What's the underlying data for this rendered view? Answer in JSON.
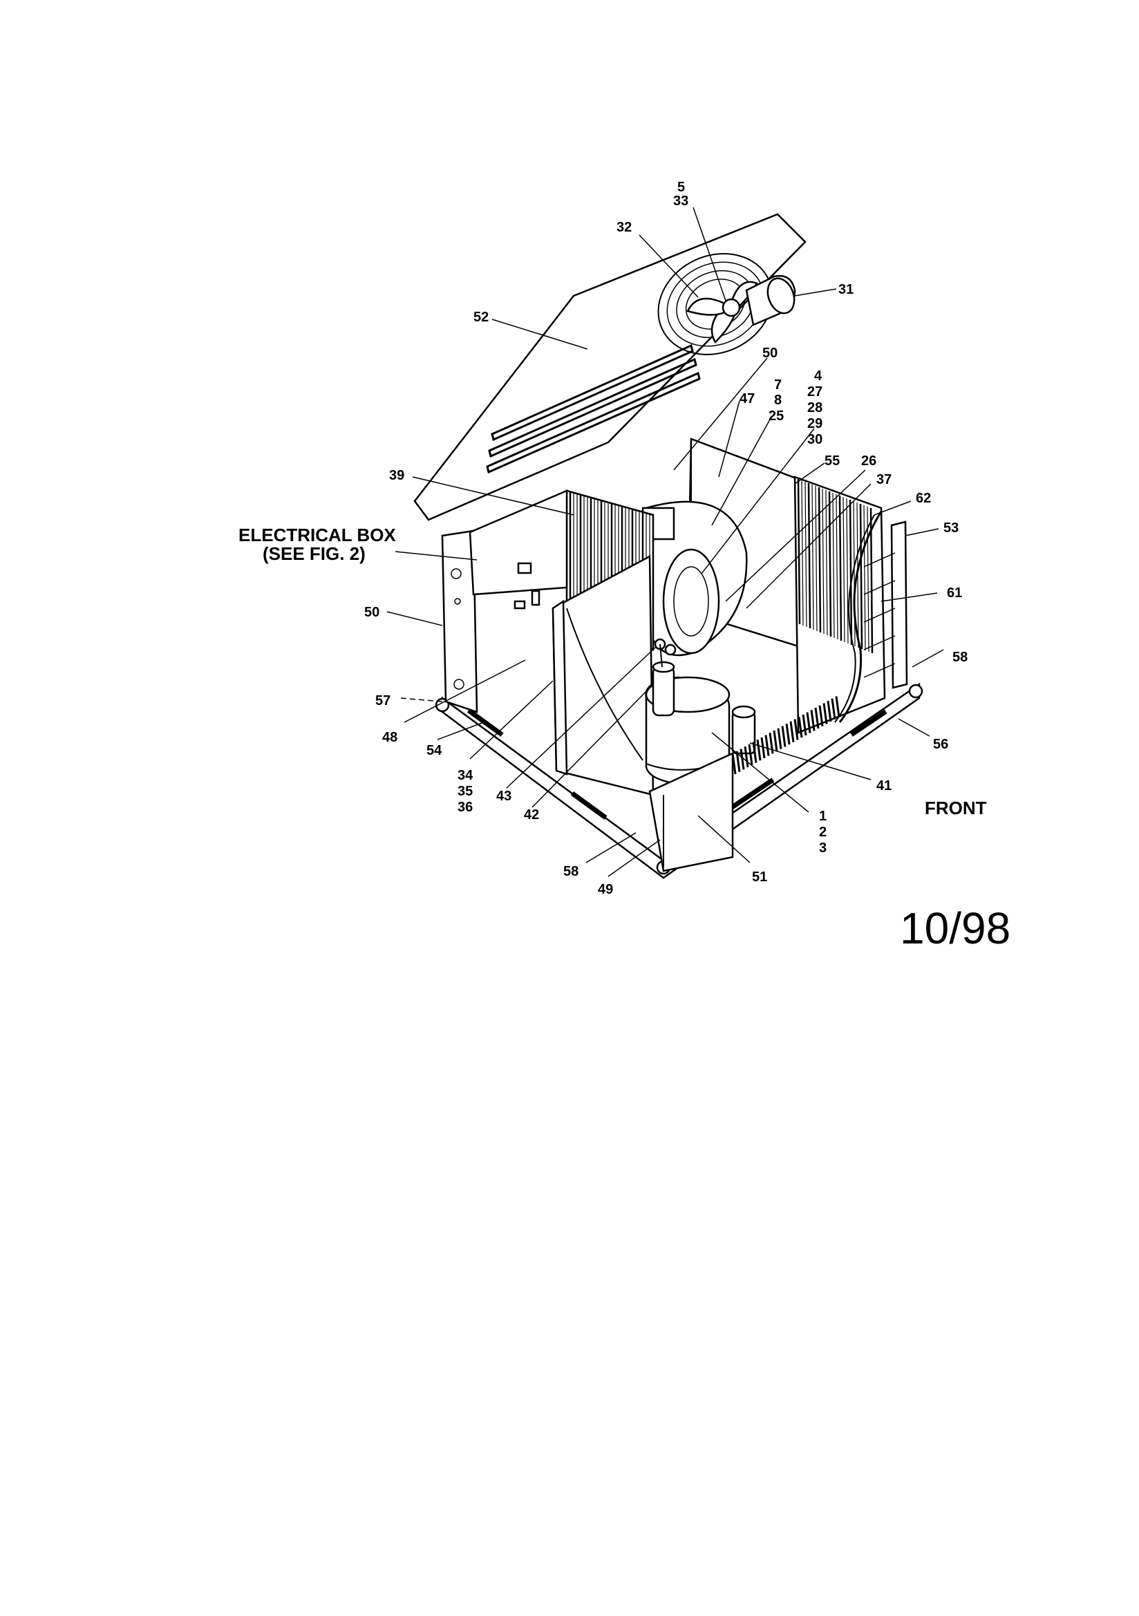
{
  "figure": {
    "revision": "10/98",
    "front_label": "FRONT",
    "electrical_box": {
      "line1": "ELECTRICAL BOX",
      "line2": "(SEE FIG. 2)"
    }
  },
  "callouts": {
    "c5": "5",
    "c33": "33",
    "c32": "32",
    "c31": "31",
    "c52": "52",
    "c50_top": "50",
    "c47": "47",
    "c7": "7",
    "c8": "8",
    "c25": "25",
    "c4": "4",
    "c27": "27",
    "c28": "28",
    "c29": "29",
    "c30": "30",
    "c55": "55",
    "c26": "26",
    "c37": "37",
    "c62": "62",
    "c53": "53",
    "c61": "61",
    "c39": "39",
    "c50_left": "50",
    "c57": "57",
    "c48": "48",
    "c54": "54",
    "c34": "34",
    "c35": "35",
    "c36": "36",
    "c43": "43",
    "c42": "42",
    "c58_right": "58",
    "c56": "56",
    "c41": "41",
    "c1": "1",
    "c2": "2",
    "c3": "3",
    "c58_bottom": "58",
    "c49": "49",
    "c51": "51"
  }
}
